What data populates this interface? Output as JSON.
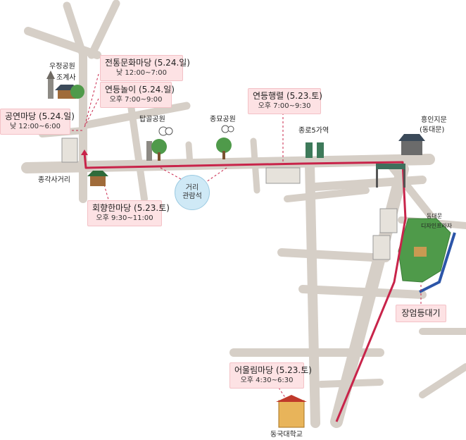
{
  "colors": {
    "road": "#d6cfc7",
    "route": "#c8244a",
    "callout_bg": "#fde2e4",
    "park": "#4f9a4a",
    "bubble": "#cfe9f6",
    "blue_line": "#2c55a8"
  },
  "callouts": {
    "jeontong": {
      "title": "전통문화마당 (5.24.일)",
      "time": "낮 12:00~7:00"
    },
    "yeondeung_nori": {
      "title": "연등놀이 (5.24.일)",
      "time": "오후 7:00~9:00"
    },
    "gongyeon": {
      "title": "공연마당 (5.24.일)",
      "time": "낮 12:00~6:00"
    },
    "haengryeol": {
      "title": "연등행렬 (5.23.토)",
      "time": "오후 7:00~9:30"
    },
    "hoehyang": {
      "title": "회향한마당 (5.23.토)",
      "time": "오후 9:30~11:00"
    },
    "eoullim": {
      "title": "어울림마당 (5.23.토)",
      "time": "오후 4:30~6:30"
    },
    "jangeom": {
      "title": "장엄등대기"
    }
  },
  "places": {
    "ujeong_park": "우정공원",
    "jogyesa": "조계사",
    "tapgol_park": "탑골공원",
    "jongmyo_park": "종묘공원",
    "jongno5": "종로5가역",
    "heunginjimun": "흥인지문",
    "dongdaemun": "(동대문)",
    "jonggak": "종각사거리",
    "dongguk_univ": "동국대학교",
    "ddp_line1": "동대문",
    "ddp_line2": "디자인프라자",
    "street_seats_1": "거리",
    "street_seats_2": "관람석"
  }
}
